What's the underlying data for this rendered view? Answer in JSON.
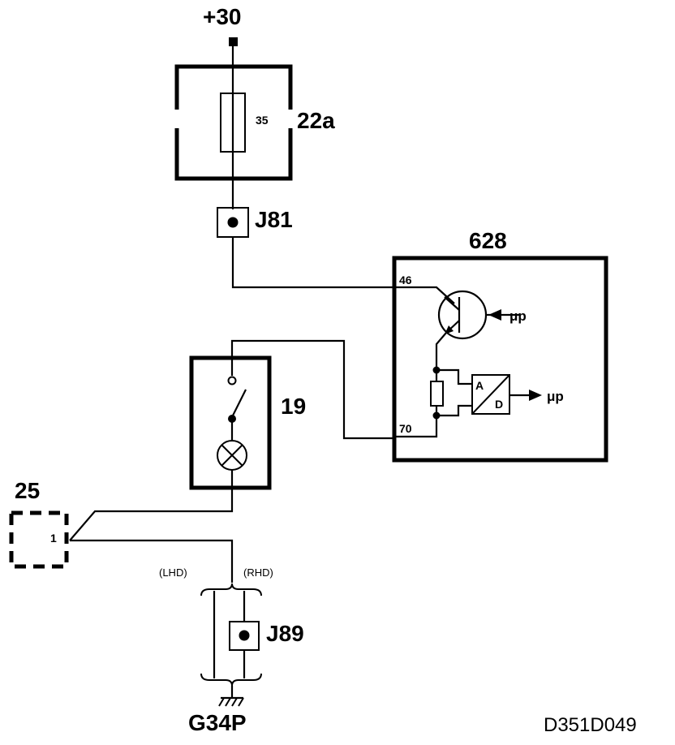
{
  "diagram_id": "D351D049",
  "supply": {
    "label": "+30"
  },
  "fuse_block": {
    "label": "22a",
    "fuse_rating": "35"
  },
  "connectors": {
    "j81": "J81",
    "j89": "J89"
  },
  "module": {
    "label": "628",
    "pin_46": "46",
    "pin_70": "70",
    "mp_in": "μp",
    "mp_out": "μp",
    "ad_a": "A",
    "ad_d": "D"
  },
  "switch_unit": {
    "label": "19"
  },
  "component_25": {
    "label": "25",
    "pin": "1"
  },
  "ground": {
    "label": "G34P",
    "lhd": "(LHD)",
    "rhd": "(RHD)"
  }
}
